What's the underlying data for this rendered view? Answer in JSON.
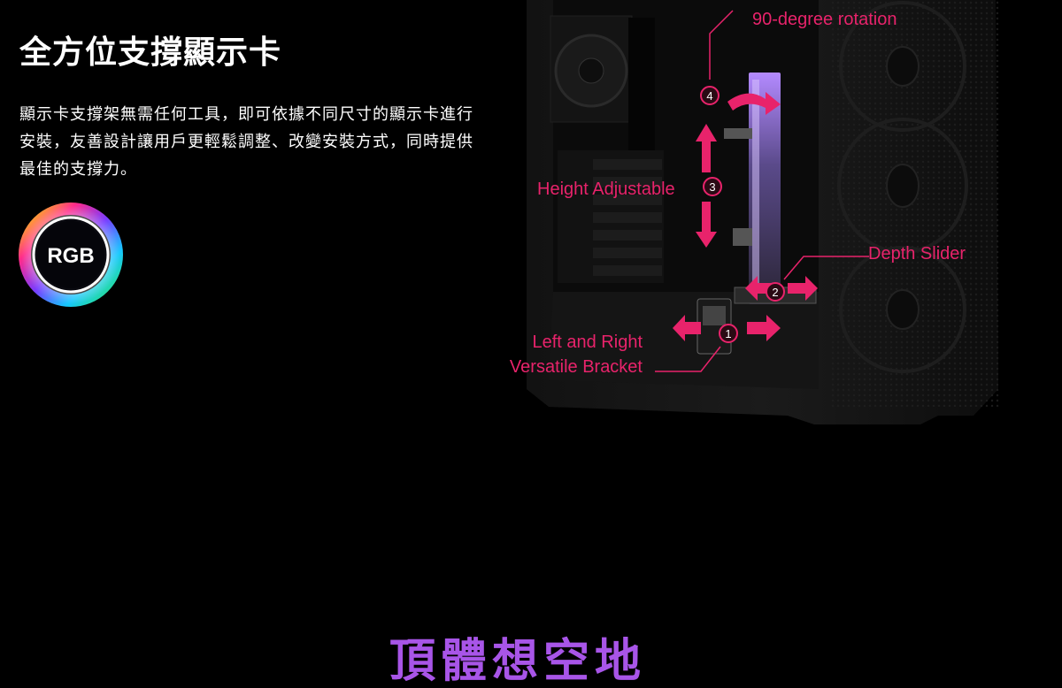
{
  "section": {
    "heading": "全方位支撐顯示卡",
    "description": "顯示卡支撐架無需任何工具，即可依據不同尺寸的顯示卡進行安裝，友善設計讓用戶更輕鬆調整、改變安裝方式，同時提供最佳的支撐力。",
    "rgb_badge": {
      "text": "RGB",
      "icon": "rgb-ring-icon"
    }
  },
  "diagram": {
    "labels": {
      "rotation": "90-degree rotation",
      "height": "Height Adjustable",
      "depth": "Depth Slider",
      "bracket_line1": "Left and Right",
      "bracket_line2": "Versatile Bracket"
    },
    "markers": [
      "1",
      "2",
      "3",
      "4"
    ],
    "accent_color": "#e8236b"
  },
  "next_section": {
    "heading_partial": "頂體想空地"
  }
}
